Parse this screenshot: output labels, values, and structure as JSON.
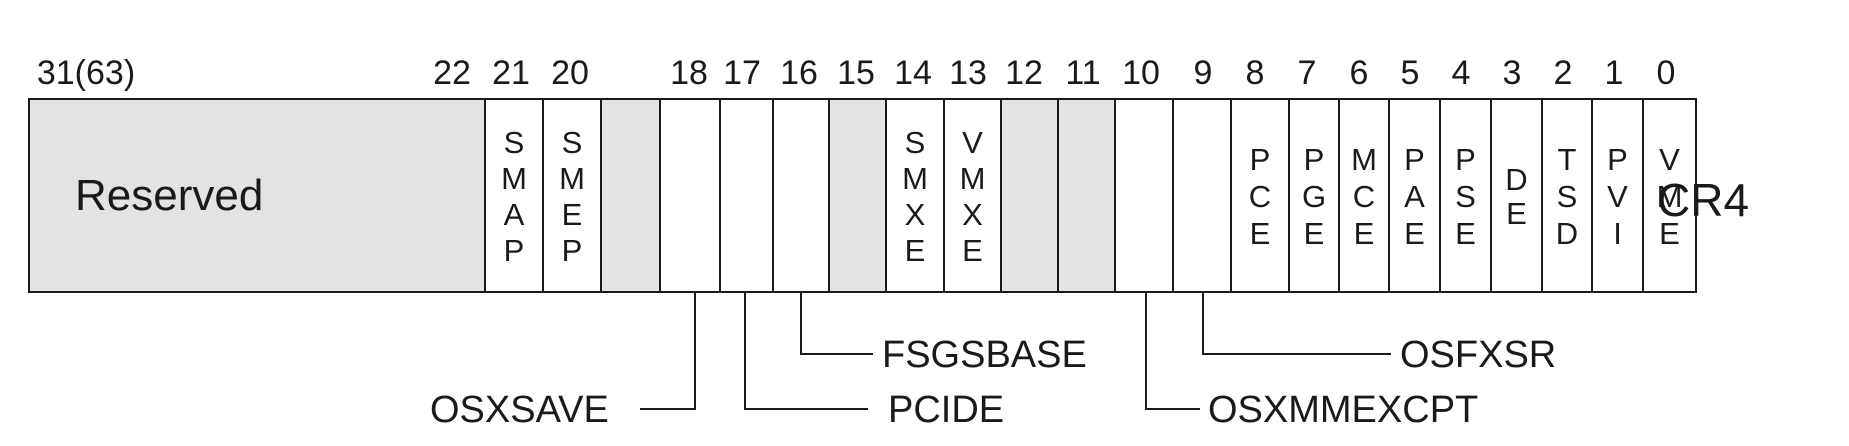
{
  "register_name": "CR4",
  "bit_numbers": [
    "31(63)",
    "22",
    "21",
    "20",
    "18",
    "17",
    "16",
    "15",
    "14",
    "13",
    "12",
    "11",
    "10",
    "9",
    "8",
    "7",
    "6",
    "5",
    "4",
    "3",
    "2",
    "1",
    "0"
  ],
  "fields": [
    {
      "label": "Reserved",
      "reserved": true
    },
    {
      "label": "SMAP",
      "reserved": false
    },
    {
      "label": "SMEP",
      "reserved": false
    },
    {
      "label": "",
      "reserved": true
    },
    {
      "label": "",
      "reserved": false
    },
    {
      "label": "",
      "reserved": false
    },
    {
      "label": "",
      "reserved": false
    },
    {
      "label": "",
      "reserved": true
    },
    {
      "label": "SMXE",
      "reserved": false
    },
    {
      "label": "VMXE",
      "reserved": false
    },
    {
      "label": "",
      "reserved": true
    },
    {
      "label": "",
      "reserved": true
    },
    {
      "label": "",
      "reserved": false
    },
    {
      "label": "",
      "reserved": false
    },
    {
      "label": "PCE",
      "reserved": false
    },
    {
      "label": "PGE",
      "reserved": false
    },
    {
      "label": "MCE",
      "reserved": false
    },
    {
      "label": "PAE",
      "reserved": false
    },
    {
      "label": "PSE",
      "reserved": false
    },
    {
      "label": "DE",
      "reserved": false
    },
    {
      "label": "TSD",
      "reserved": false
    },
    {
      "label": "PVI",
      "reserved": false
    },
    {
      "label": "VME",
      "reserved": false
    }
  ],
  "callouts": [
    "OSXSAVE",
    "PCIDE",
    "FSGSBASE",
    "OSXMMEXCPT",
    "OSFXSR"
  ]
}
